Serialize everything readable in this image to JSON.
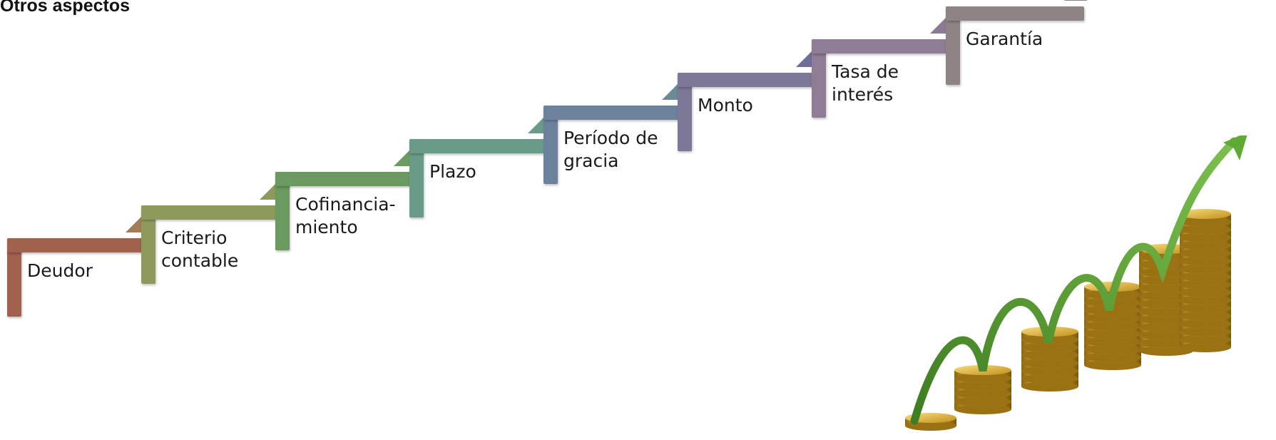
{
  "title": "Otros aspectos",
  "steps": [
    {
      "label": "Deudor",
      "color": "#a0614f",
      "tip_color": "#a57c5a"
    },
    {
      "label": "Criterio\ncontable",
      "color": "#8e9a5c",
      "tip_color": "#8d9a5e"
    },
    {
      "label": "Cofinancia-\nmiento",
      "color": "#6a9a5f",
      "tip_color": "#6d9c62"
    },
    {
      "label": "Plazo",
      "color": "#6a9a88",
      "tip_color": "#6a9a88"
    },
    {
      "label": "Período de\ngracia",
      "color": "#6c829c",
      "tip_color": "#6a8a94"
    },
    {
      "label": "Monto",
      "color": "#7e7898",
      "tip_color": "#6e6f98"
    },
    {
      "label": "Tasa de\ninterés",
      "color": "#8e7d94",
      "tip_color": "#8a7a96"
    },
    {
      "label": "Garantía",
      "color": "#8e8385",
      "tip_color": "#908286"
    }
  ],
  "illustration": {
    "name": "growth-coins-arrow",
    "arrow_color": "#5a9a3a",
    "coin_color": "#d4a52a"
  }
}
